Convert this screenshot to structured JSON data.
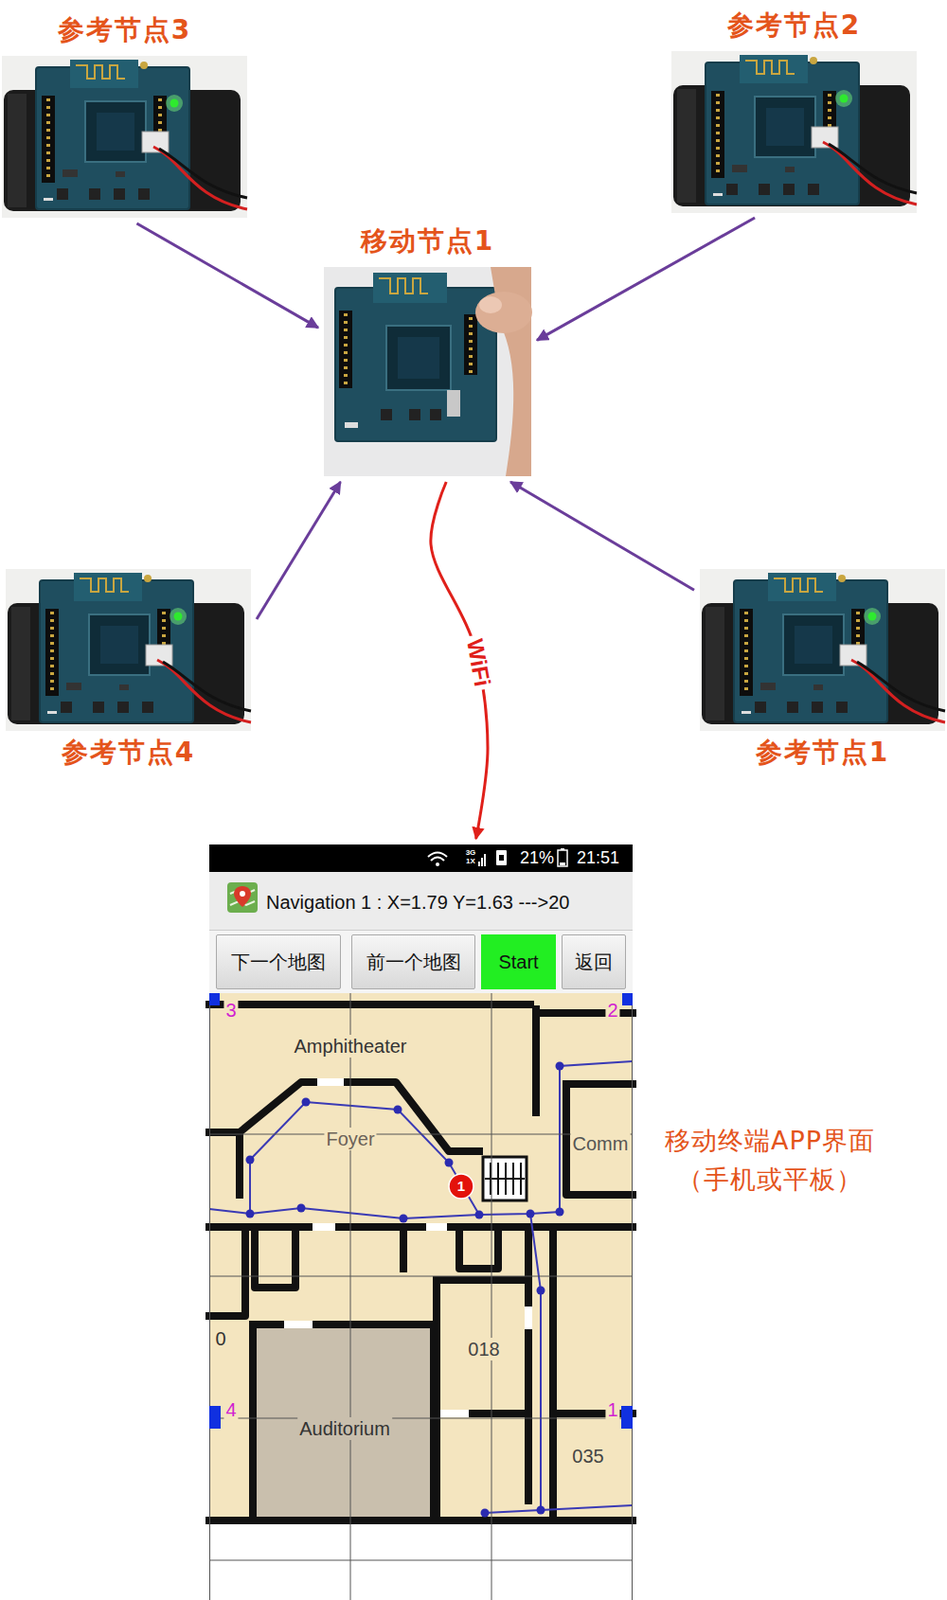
{
  "diagram": {
    "nodes": [
      {
        "text": [
          "参考节点3"
        ]
      },
      {
        "text": [
          "参考节点2"
        ]
      },
      {
        "text": [
          "移动节点1"
        ]
      },
      {
        "text": [
          "参考节点4"
        ]
      },
      {
        "text": [
          "参考节点1"
        ]
      },
      {
        "text": [
          "21%",
          "21:51",
          "Navigation 1 : X=1.79 Y=1.63 --->20"
        ]
      },
      {
        "text": [
          "下一个地图"
        ],
        "in": 5
      },
      {
        "text": [
          "前一个地图"
        ],
        "in": 5
      },
      {
        "text": [
          "Start"
        ],
        "in": 5
      },
      {
        "text": [
          "返回"
        ],
        "in": 5
      },
      {
        "text": [
          "1"
        ],
        "in": 5
      }
    ],
    "edges": [
      {
        "from": 0,
        "to": 2,
        "arrow": "to"
      },
      {
        "from": 1,
        "to": 2,
        "arrow": "to"
      },
      {
        "from": 3,
        "to": 2,
        "arrow": "to"
      },
      {
        "from": 4,
        "to": 2,
        "arrow": "to"
      },
      {
        "from": 2,
        "to": 5,
        "label": "WiFi",
        "arrow": "to"
      }
    ],
    "labels": [
      "3G",
      "1X",
      "Amphitheater",
      "Foyer",
      "Comm",
      "0",
      "018",
      "Auditorium",
      "035",
      "3",
      "2",
      "4",
      "1",
      "移动终端APP界面 （手机或平板）"
    ]
  }
}
